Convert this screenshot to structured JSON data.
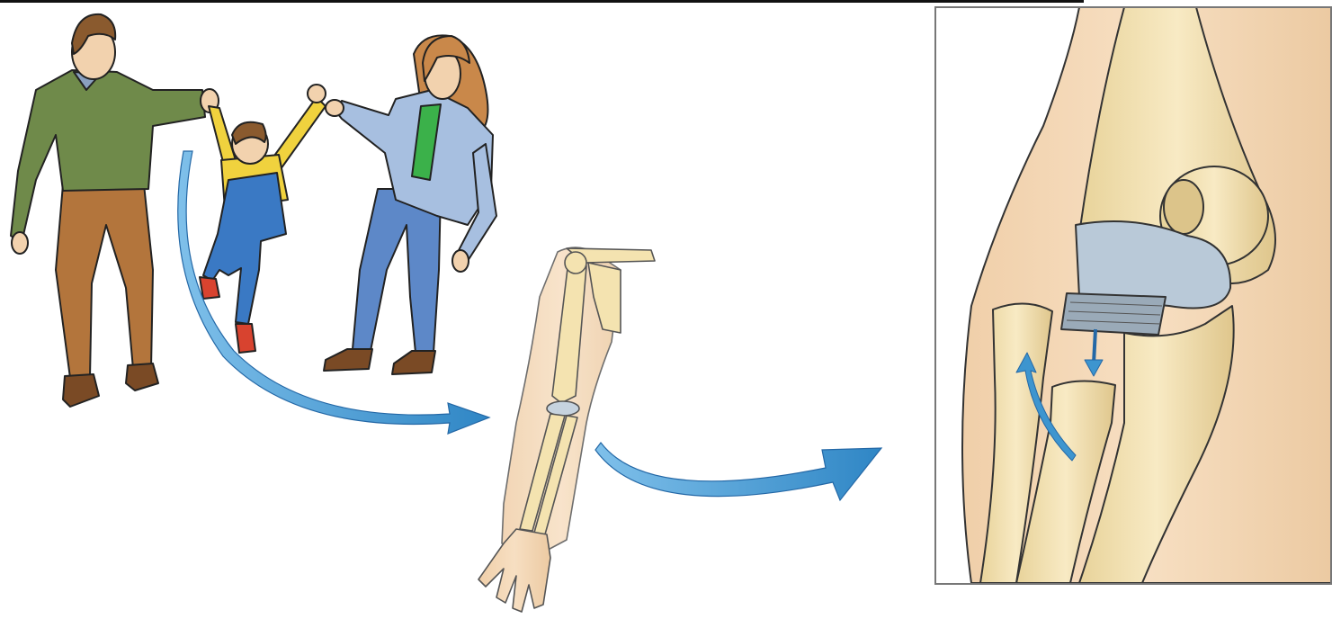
{
  "figure": {
    "panels": [
      {
        "name": "family-swing-scene"
      },
      {
        "name": "arm-skeleton"
      },
      {
        "name": "elbow-closeup"
      }
    ],
    "colors": {
      "arrow": "#3d95cf",
      "arrow_dark": "#2468a6",
      "bone": "#f4e3b0",
      "bone_shadow": "#dcc48a",
      "skin": "#f2d2ae",
      "cartilage": "#b9c9d8",
      "sweater": "#6f8a4a",
      "trousers": "#b3753c",
      "child_jacket": "#f0d23e",
      "overalls": "#3a79c4",
      "denim_jacket": "#a7bfe0",
      "jeans": "#5d88c8",
      "shoes": "#7a4a25",
      "child_shoes": "#d8432f",
      "hair_brown": "#8a5a2e",
      "hair_woman": "#c9884a"
    },
    "icons": [
      "curved-arrow-icon",
      "ligament-arrow-icon"
    ]
  }
}
